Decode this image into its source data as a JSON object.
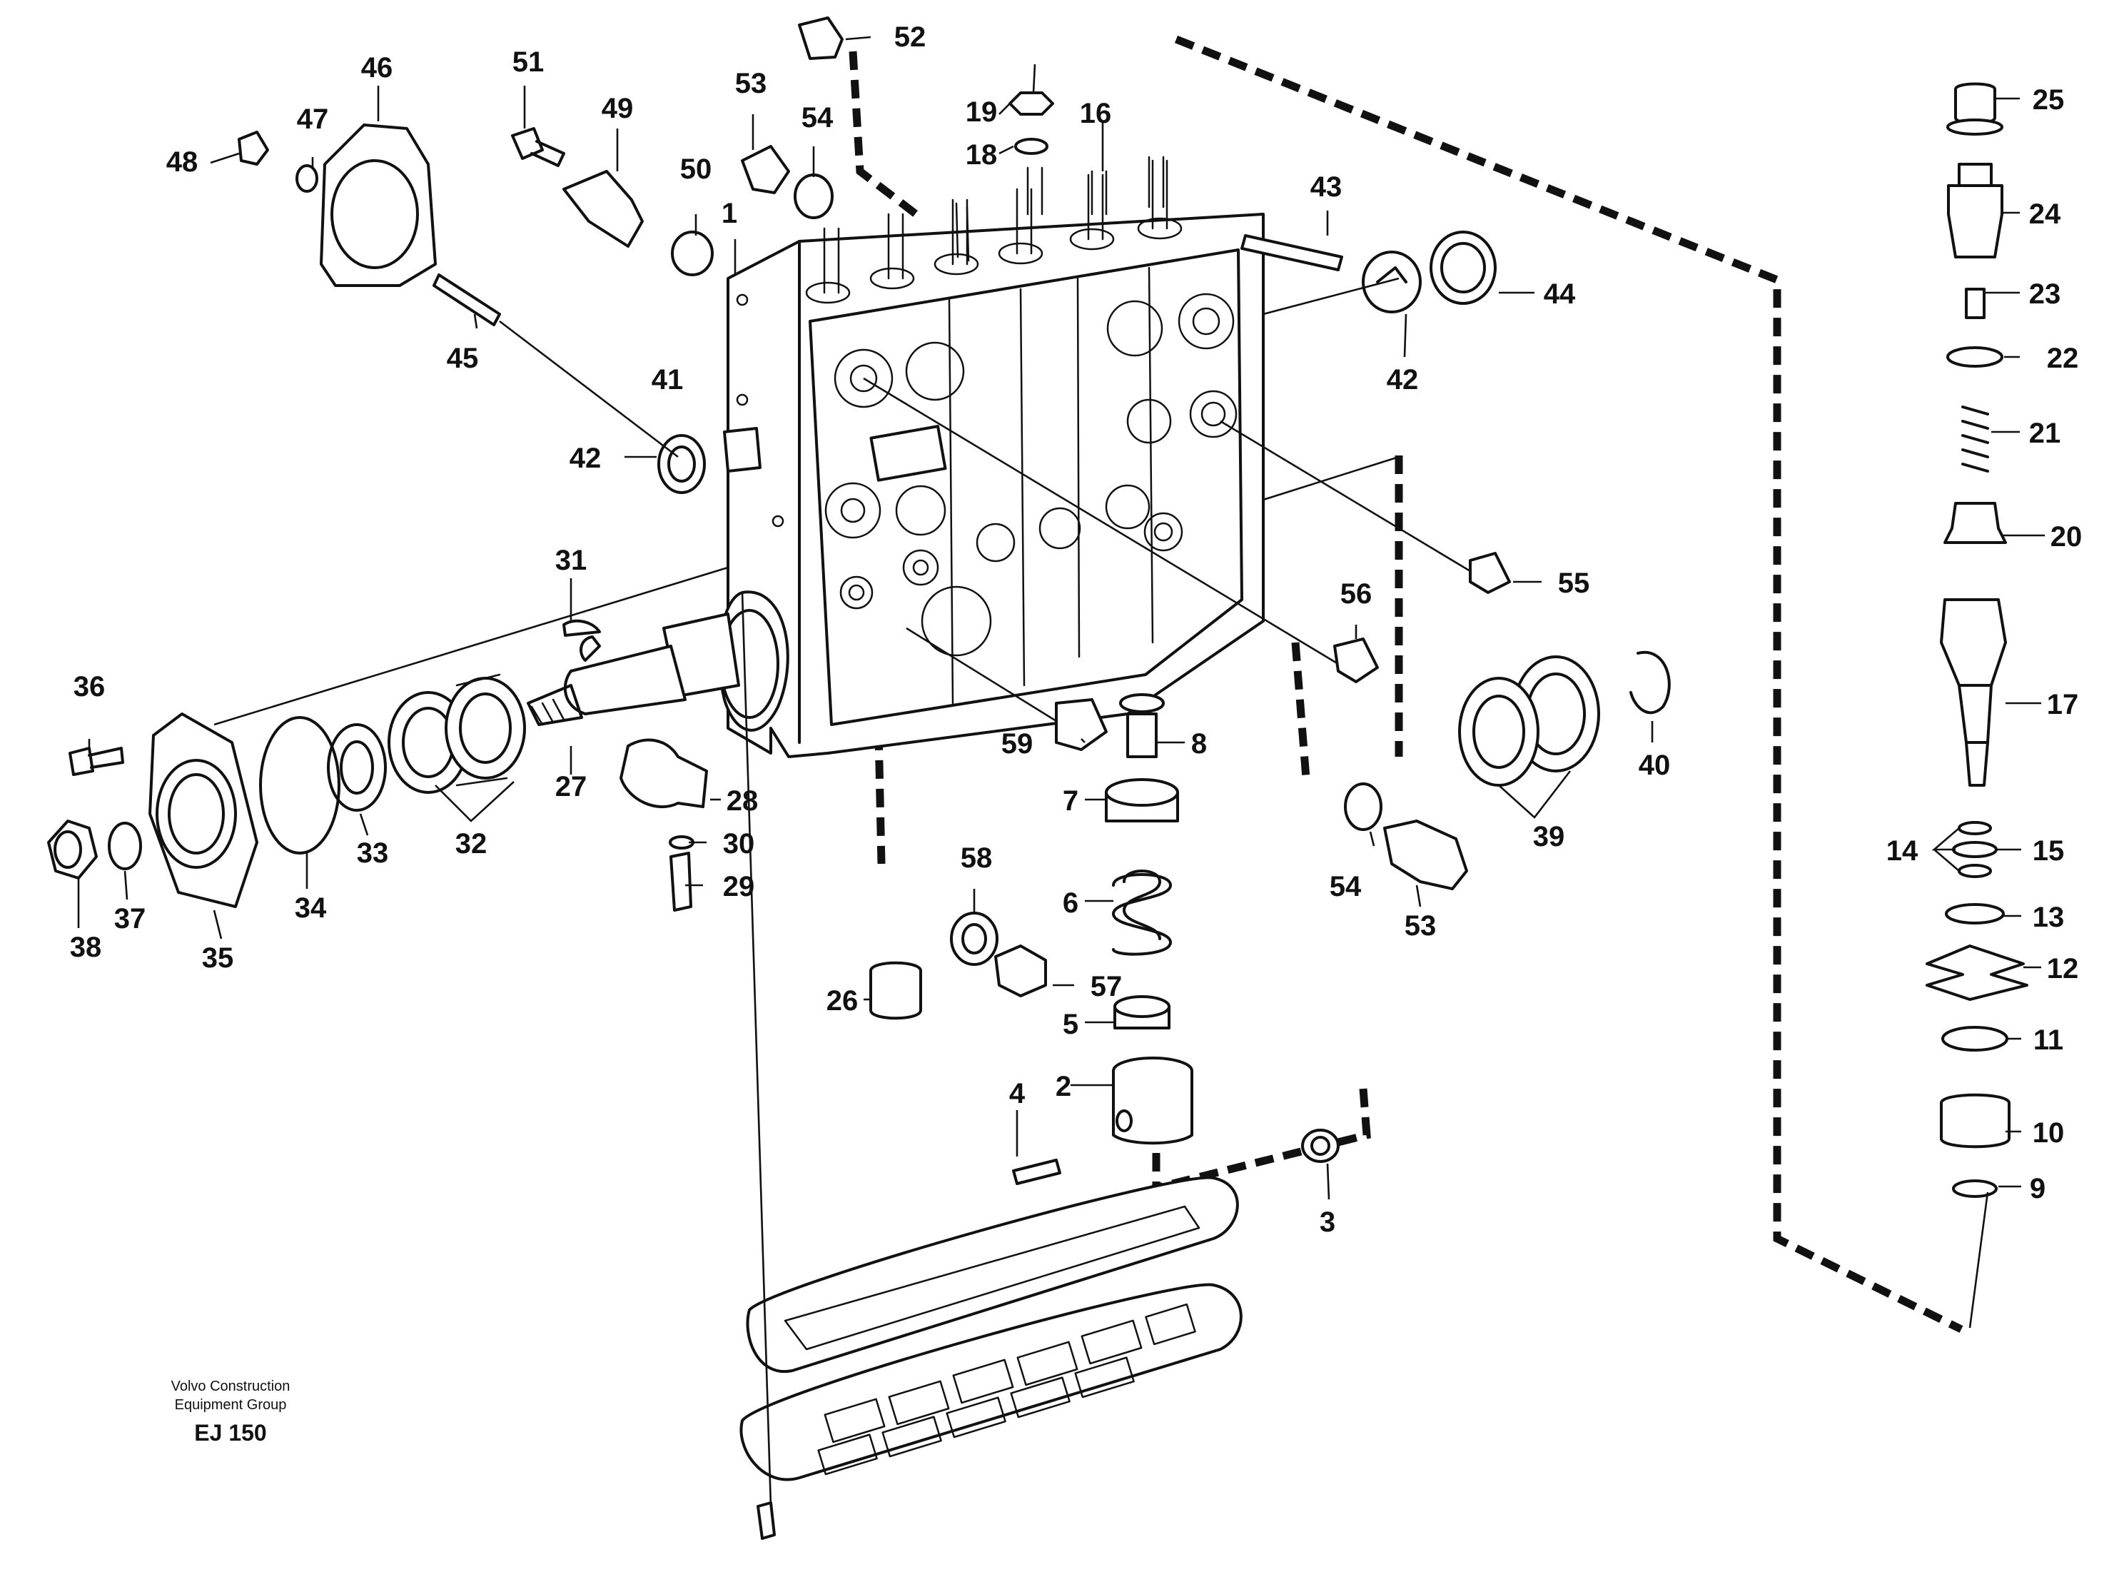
{
  "title": "",
  "footer": {
    "line1": "Volvo Construction",
    "line2": "Equipment Group",
    "code": "EJ 150"
  },
  "callouts": [
    {
      "key": "1",
      "label": "1"
    },
    {
      "key": "2",
      "label": "2"
    },
    {
      "key": "3",
      "label": "3"
    },
    {
      "key": "4",
      "label": "4"
    },
    {
      "key": "5",
      "label": "5"
    },
    {
      "key": "6",
      "label": "6"
    },
    {
      "key": "7",
      "label": "7"
    },
    {
      "key": "8",
      "label": "8"
    },
    {
      "key": "9",
      "label": "9"
    },
    {
      "key": "10",
      "label": "10"
    },
    {
      "key": "11",
      "label": "11"
    },
    {
      "key": "12",
      "label": "12"
    },
    {
      "key": "13",
      "label": "13"
    },
    {
      "key": "14",
      "label": "14"
    },
    {
      "key": "15",
      "label": "15"
    },
    {
      "key": "16",
      "label": "16"
    },
    {
      "key": "17",
      "label": "17"
    },
    {
      "key": "18",
      "label": "18"
    },
    {
      "key": "19",
      "label": "19"
    },
    {
      "key": "20",
      "label": "20"
    },
    {
      "key": "21",
      "label": "21"
    },
    {
      "key": "22",
      "label": "22"
    },
    {
      "key": "23",
      "label": "23"
    },
    {
      "key": "24",
      "label": "24"
    },
    {
      "key": "25",
      "label": "25"
    },
    {
      "key": "26",
      "label": "26"
    },
    {
      "key": "27",
      "label": "27"
    },
    {
      "key": "28",
      "label": "28"
    },
    {
      "key": "29",
      "label": "29"
    },
    {
      "key": "30",
      "label": "30"
    },
    {
      "key": "31",
      "label": "31"
    },
    {
      "key": "32",
      "label": "32"
    },
    {
      "key": "33",
      "label": "33"
    },
    {
      "key": "34",
      "label": "34"
    },
    {
      "key": "35",
      "label": "35"
    },
    {
      "key": "36",
      "label": "36"
    },
    {
      "key": "37",
      "label": "37"
    },
    {
      "key": "38",
      "label": "38"
    },
    {
      "key": "39",
      "label": "39"
    },
    {
      "key": "40",
      "label": "40"
    },
    {
      "key": "41",
      "label": "41"
    },
    {
      "key": "42a",
      "label": "42"
    },
    {
      "key": "42b",
      "label": "42"
    },
    {
      "key": "43",
      "label": "43"
    },
    {
      "key": "44",
      "label": "44"
    },
    {
      "key": "45",
      "label": "45"
    },
    {
      "key": "46",
      "label": "46"
    },
    {
      "key": "47",
      "label": "47"
    },
    {
      "key": "48",
      "label": "48"
    },
    {
      "key": "49",
      "label": "49"
    },
    {
      "key": "50",
      "label": "50"
    },
    {
      "key": "51",
      "label": "51"
    },
    {
      "key": "52",
      "label": "52"
    },
    {
      "key": "53a",
      "label": "53"
    },
    {
      "key": "53b",
      "label": "53"
    },
    {
      "key": "54a",
      "label": "54"
    },
    {
      "key": "54b",
      "label": "54"
    },
    {
      "key": "55",
      "label": "55"
    },
    {
      "key": "56",
      "label": "56"
    },
    {
      "key": "57",
      "label": "57"
    },
    {
      "key": "58",
      "label": "58"
    },
    {
      "key": "59",
      "label": "59"
    }
  ]
}
